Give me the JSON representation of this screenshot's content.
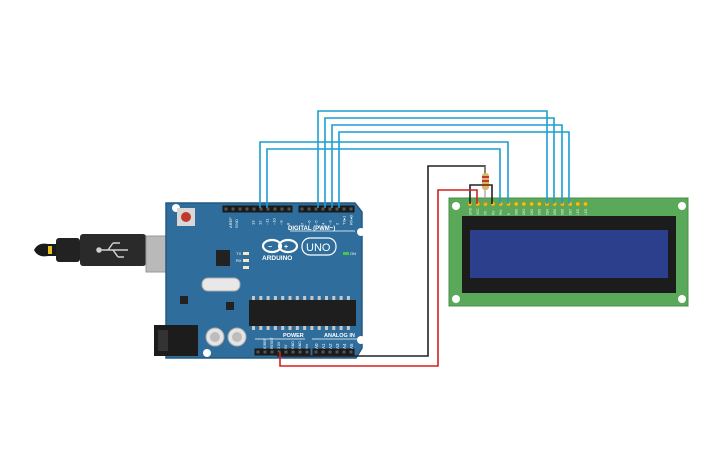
{
  "arduino": {
    "logo_text": "ARDUINO",
    "model_text": "UNO",
    "on_label": "ON",
    "tx_label": "TX",
    "rx_label": "RX",
    "digital_label": "DIGITAL (PWM~)",
    "aref_label": "AREF",
    "gnd_label": "GND",
    "power_label": "POWER",
    "analog_label": "ANALOG IN",
    "digital_pins": [
      "13",
      "12",
      "~11",
      "~10",
      "~9",
      "8",
      "7",
      "~6",
      "~5",
      "4",
      "~3",
      "2",
      "TX▸1",
      "RX◂0"
    ],
    "power_pins": [
      "IOREF",
      "RESET",
      "3.3V",
      "5V",
      "GND",
      "GND",
      "Vin"
    ],
    "analog_pins": [
      "A0",
      "A1",
      "A2",
      "A3",
      "A4",
      "A5"
    ]
  },
  "lcd": {
    "pin_labels": [
      "GND",
      "VCC",
      "V0",
      "RS",
      "RW",
      "E",
      "DB0",
      "DB1",
      "DB2",
      "DB3",
      "DB4",
      "DB5",
      "DB6",
      "DB7",
      "LED",
      "LED"
    ]
  },
  "colors": {
    "board": "#2f6e9c",
    "board_edge": "#25597f",
    "lcd_pcb": "#5aa85a",
    "lcd_screen": "#2b3f8c",
    "signal_wire": "#1a9fd0",
    "ground_wire": "#222222",
    "power_wire": "#d42020"
  }
}
